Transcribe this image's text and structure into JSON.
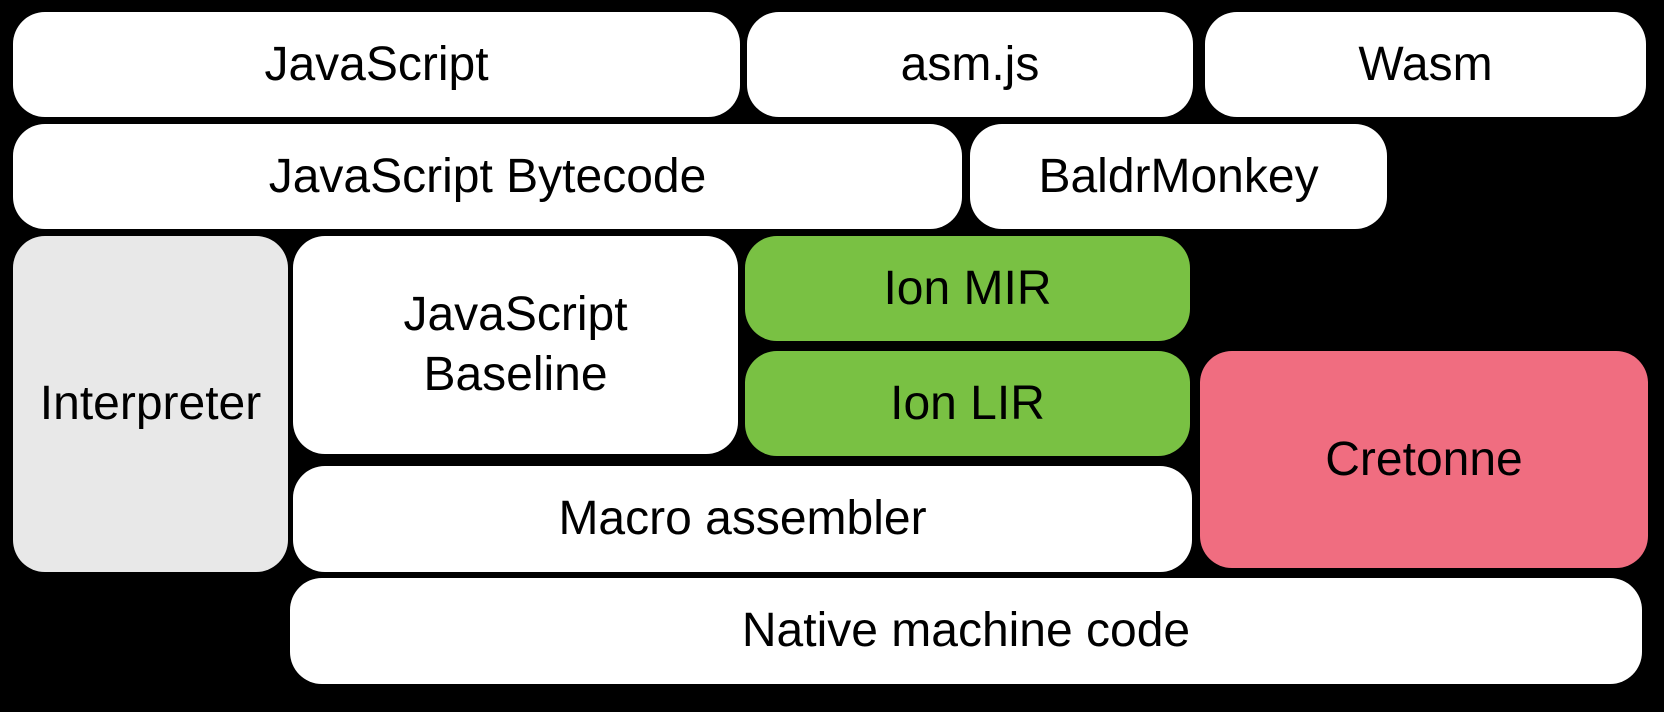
{
  "diagram": {
    "background_color": "#000000",
    "text_color": "#000000",
    "colors": {
      "box_white": "#ffffff",
      "box_gray": "#e8e8e8",
      "box_green": "#79c143",
      "box_pink": "#f06d80"
    },
    "boxes": {
      "javascript": {
        "label": "JavaScript",
        "color": "#ffffff"
      },
      "asmjs": {
        "label": "asm.js",
        "color": "#ffffff"
      },
      "wasm": {
        "label": "Wasm",
        "color": "#ffffff"
      },
      "bytecode": {
        "label": "JavaScript Bytecode",
        "color": "#ffffff"
      },
      "baldrmonkey": {
        "label": "BaldrMonkey",
        "color": "#ffffff"
      },
      "interpreter": {
        "label": "Interpreter",
        "color": "#e8e8e8"
      },
      "baseline": {
        "label": "JavaScript Baseline",
        "line1": "JavaScript",
        "line2": "Baseline",
        "color": "#ffffff"
      },
      "ion_mir": {
        "label": "Ion MIR",
        "color": "#79c143"
      },
      "ion_lir": {
        "label": "Ion LIR",
        "color": "#79c143"
      },
      "cretonne": {
        "label": "Cretonne",
        "color": "#f06d80"
      },
      "macro": {
        "label": "Macro assembler",
        "color": "#ffffff"
      },
      "native": {
        "label": "Native machine code",
        "color": "#ffffff"
      }
    }
  }
}
